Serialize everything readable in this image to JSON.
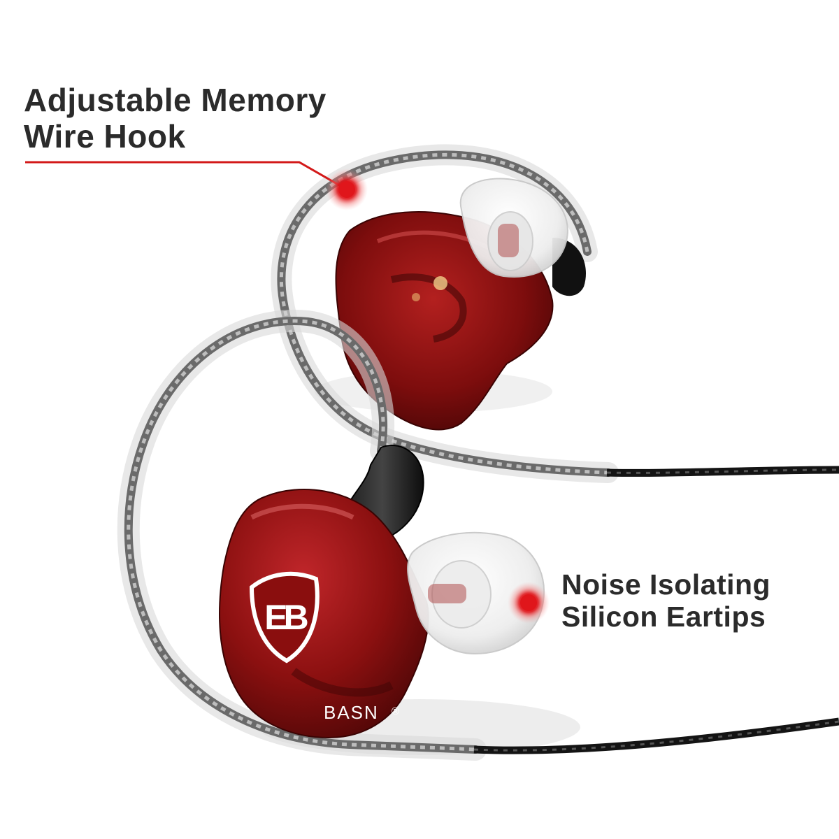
{
  "callouts": {
    "memory_wire": {
      "line1": "Adjustable Memory",
      "line2": "Wire Hook"
    },
    "eartips": {
      "line1": "Noise Isolating",
      "line2": "Silicon Eartips"
    }
  },
  "product": {
    "brand_mark": "BASN",
    "registered_symbol": "®",
    "logo_letters": "EB"
  },
  "colors": {
    "shell_red": "#8b1010",
    "accent_red": "#d31919",
    "text_dark": "#2b2b2b",
    "cable_gray": "#6a6a6a",
    "cable_black": "#141414"
  }
}
